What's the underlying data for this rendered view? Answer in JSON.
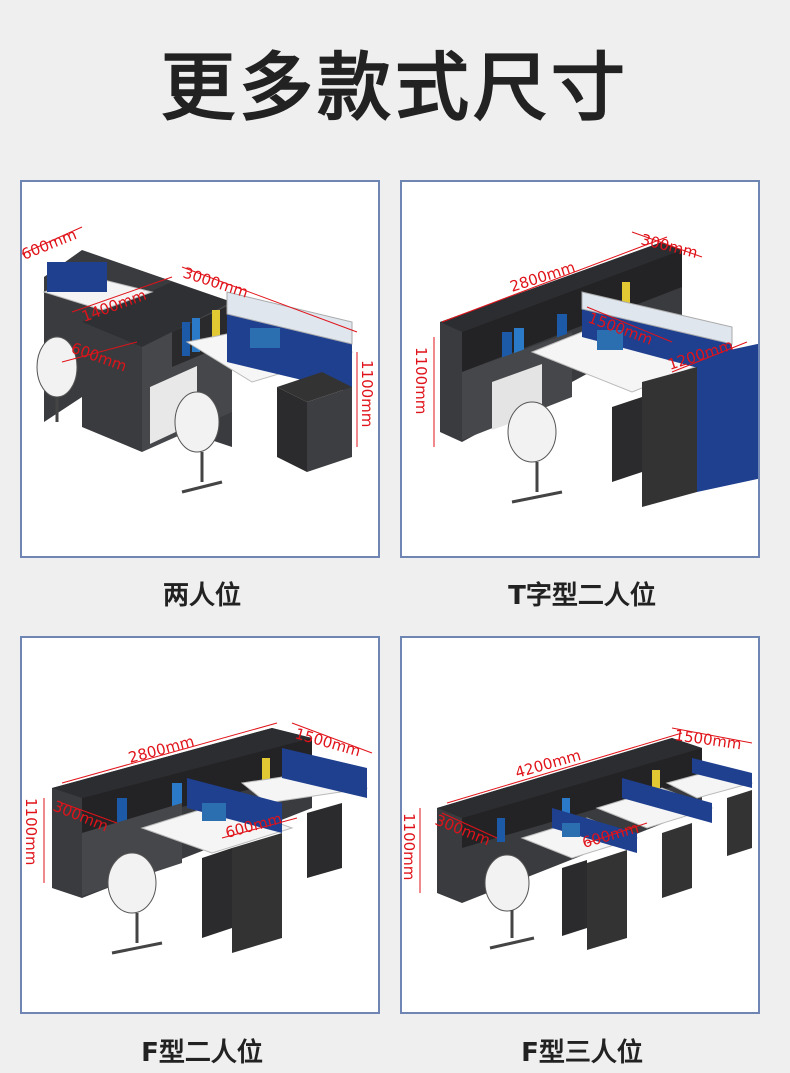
{
  "page": {
    "title": "更多款式尺寸",
    "colors": {
      "background": "#efefef",
      "frame": "#6f86b5",
      "dimension": "#e0131a",
      "panel_blue": "#1f3f8f",
      "cabinet": "#3a3b3e"
    }
  },
  "cards": [
    {
      "caption": "两人位",
      "dims": [
        "600mm",
        "3000mm",
        "1400mm",
        "600mm",
        "1100mm"
      ]
    },
    {
      "caption": "T字型二人位",
      "dims": [
        "300mm",
        "2800mm",
        "1500mm",
        "1100mm",
        "1200mm"
      ]
    },
    {
      "caption": "F型二人位",
      "dims": [
        "2800mm",
        "1500mm",
        "300mm",
        "600mm",
        "1100mm"
      ]
    },
    {
      "caption": "F型三人位",
      "dims": [
        "1500mm",
        "4200mm",
        "300mm",
        "600mm",
        "1100mm"
      ]
    }
  ]
}
